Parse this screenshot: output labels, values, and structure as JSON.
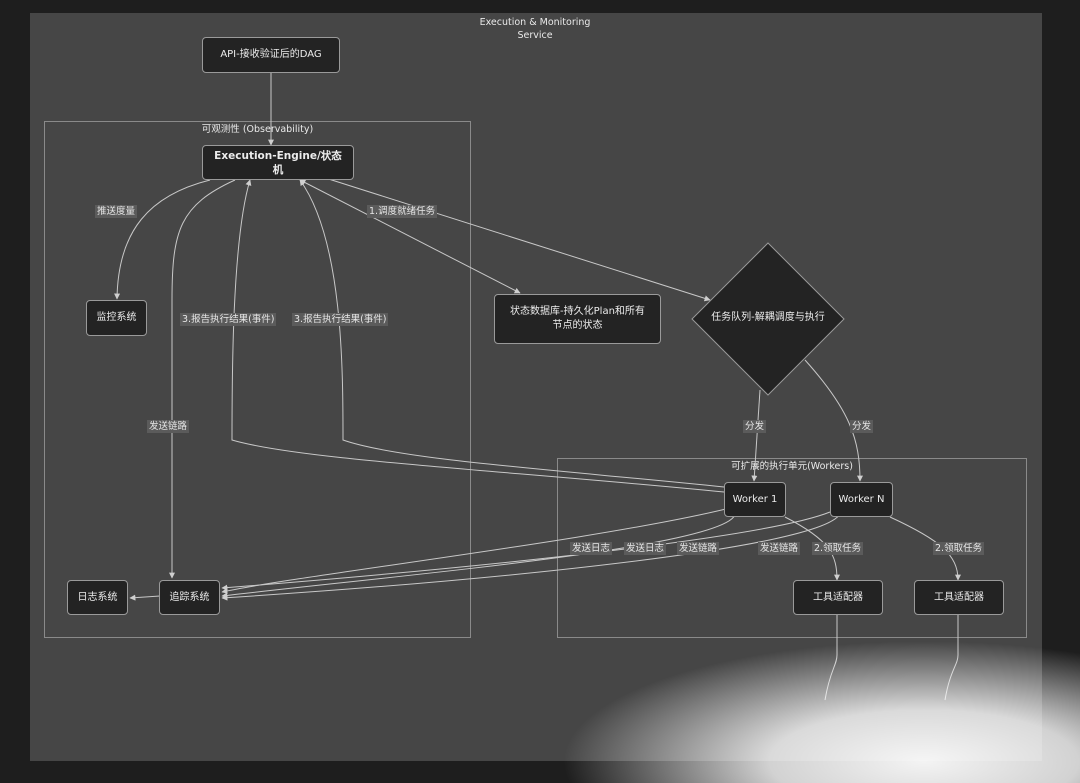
{
  "diagram": {
    "title_line1": "Execution & Monitoring",
    "title_line2": "Service",
    "groups": {
      "observability": "可观测性 (Observability)",
      "workers": "可扩展的执行单元(Workers)"
    },
    "nodes": {
      "api": "API-接收验证后的DAG",
      "engine": "Execution-Engine/状态机",
      "monitor": "监控系统",
      "state_db": "状态数据库-持久化Plan和所有节点的状态",
      "task_queue": "任务队列-解耦调度与执行",
      "worker1": "Worker 1",
      "workerN": "Worker N",
      "log": "日志系统",
      "trace": "追踪系统",
      "adapter1": "工具适配器",
      "adapter2": "工具适配器"
    },
    "edge_labels": {
      "push_metrics": "推送度量",
      "schedule": "1.调度就绪任务",
      "report1": "3.报告执行结果(事件)",
      "report2": "3.报告执行结果(事件)",
      "send_trace_engine": "发送链路",
      "dispatch1": "分发",
      "dispatch2": "分发",
      "send_log1": "发送日志",
      "send_log2": "发送日志",
      "send_trace1": "发送链路",
      "send_trace2": "发送链路",
      "fetch1": "2.领取任务",
      "fetch2": "2.领取任务"
    }
  }
}
